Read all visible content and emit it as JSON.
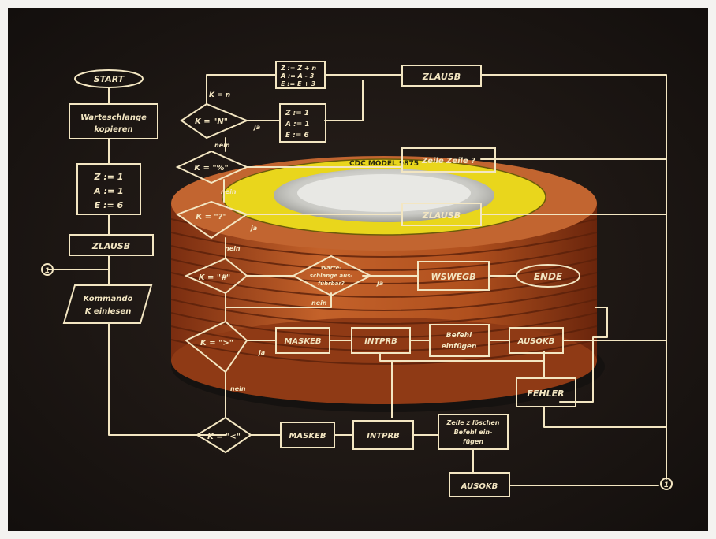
{
  "photo": {
    "background": "#1c1714",
    "ink_color": "#f3e6c2",
    "disk_color": "#b8521f",
    "label_color": "#e9d61c"
  },
  "disk": {
    "label": "CDC  MODEL 9875"
  },
  "flowchart": {
    "start": "START",
    "copy_queue": [
      "Warteschlange",
      "kopieren"
    ],
    "init": [
      "Z := 1",
      "A := 1",
      "E := 6"
    ],
    "zlausb1": "ZLAUSB",
    "connector_in": "1",
    "read_cmd": [
      "Kommando",
      "K einlesen"
    ],
    "cond_n": "K = \"N\"",
    "cond_n_edge": "K = n",
    "assign_n": [
      "Z := Z + n",
      "A := A - 3",
      "E := E + 3"
    ],
    "assign_b": [
      "Z := 1",
      "A := 1",
      "E := 6"
    ],
    "zlausb2": "ZLAUSB",
    "cond_pct": "K = \"%\"",
    "cond_q": "K = \"?\"",
    "zeile_block": "Zeile Zeile ?",
    "zlausb3": "ZLAUSB",
    "cond_hash": "K = \"#\"",
    "queue_exec": [
      "Warte-",
      "schlange aus-",
      "führbar?"
    ],
    "wsweg": "WSWEGB",
    "ende": "ENDE",
    "cond_gt": "K = \">\"",
    "maske1": "MASKEB",
    "intpr1": "INTPRB",
    "insert_cmd": [
      "Befehl",
      "einfügen"
    ],
    "ausok1": "AUSOKB",
    "fehler": "FEHLER",
    "cond_lt": "K = \"<\"",
    "maske2": "MASKEB",
    "intpr2": "INTPRB",
    "delete_line": [
      "Zeile z löschen",
      "Befehl ein-",
      "fügen"
    ],
    "ausok2": "AUSOKB",
    "connector_out": "1",
    "ja": "ja",
    "nein": "nein"
  }
}
